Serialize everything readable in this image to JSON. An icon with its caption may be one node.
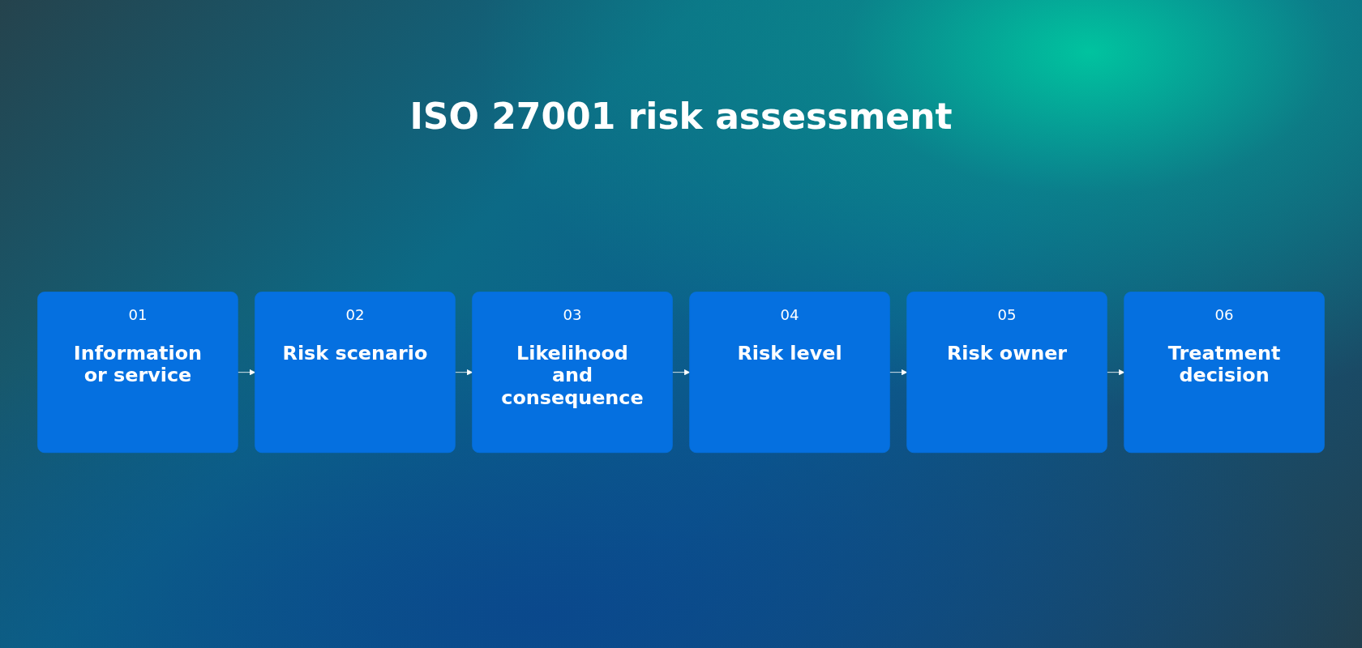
{
  "diagram": {
    "title": "ISO 27001 risk assessment",
    "nodes": [
      {
        "text": [
          "01",
          "Information or service"
        ]
      },
      {
        "text": [
          "02",
          "Risk scenario"
        ]
      },
      {
        "text": [
          "03",
          "Likelihood and consequence"
        ]
      },
      {
        "text": [
          "04",
          "Risk level"
        ]
      },
      {
        "text": [
          "05",
          "Risk owner"
        ]
      },
      {
        "text": [
          "06",
          "Treatment decision"
        ]
      }
    ],
    "edges": [
      {
        "from": 0,
        "to": 1,
        "arrow": "to"
      },
      {
        "from": 1,
        "to": 2,
        "arrow": "to"
      },
      {
        "from": 2,
        "to": 3,
        "arrow": "to"
      },
      {
        "from": 3,
        "to": 4,
        "arrow": "to"
      },
      {
        "from": 4,
        "to": 5,
        "arrow": "to"
      }
    ]
  }
}
